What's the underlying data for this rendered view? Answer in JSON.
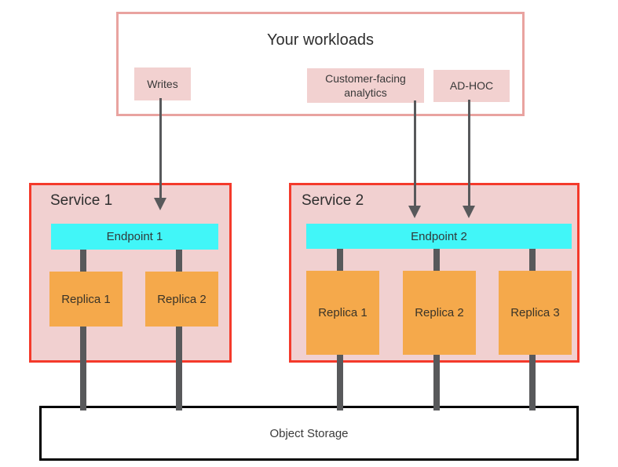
{
  "colors": {
    "salmon_border": "#e9a3a0",
    "chip_fill": "#f2d1d0",
    "service_border": "#f43a2b",
    "service_fill": "#f1d0d0",
    "endpoint_fill": "#41f6f8",
    "replica_fill": "#f5a94b",
    "connector_gray": "#58595b",
    "storage_border": "#000000",
    "text_dark": "#383838"
  },
  "workloads": {
    "title": "Your workloads",
    "items": [
      {
        "label": "Writes"
      },
      {
        "label": "Customer-facing analytics"
      },
      {
        "label": "AD-HOC"
      }
    ]
  },
  "services": [
    {
      "name": "Service 1",
      "endpoint": "Endpoint 1",
      "replicas": [
        "Replica 1",
        "Replica 2"
      ]
    },
    {
      "name": "Service 2",
      "endpoint": "Endpoint 2",
      "replicas": [
        "Replica 1",
        "Replica 2",
        "Replica 3"
      ]
    }
  ],
  "storage": {
    "label": "Object Storage"
  }
}
